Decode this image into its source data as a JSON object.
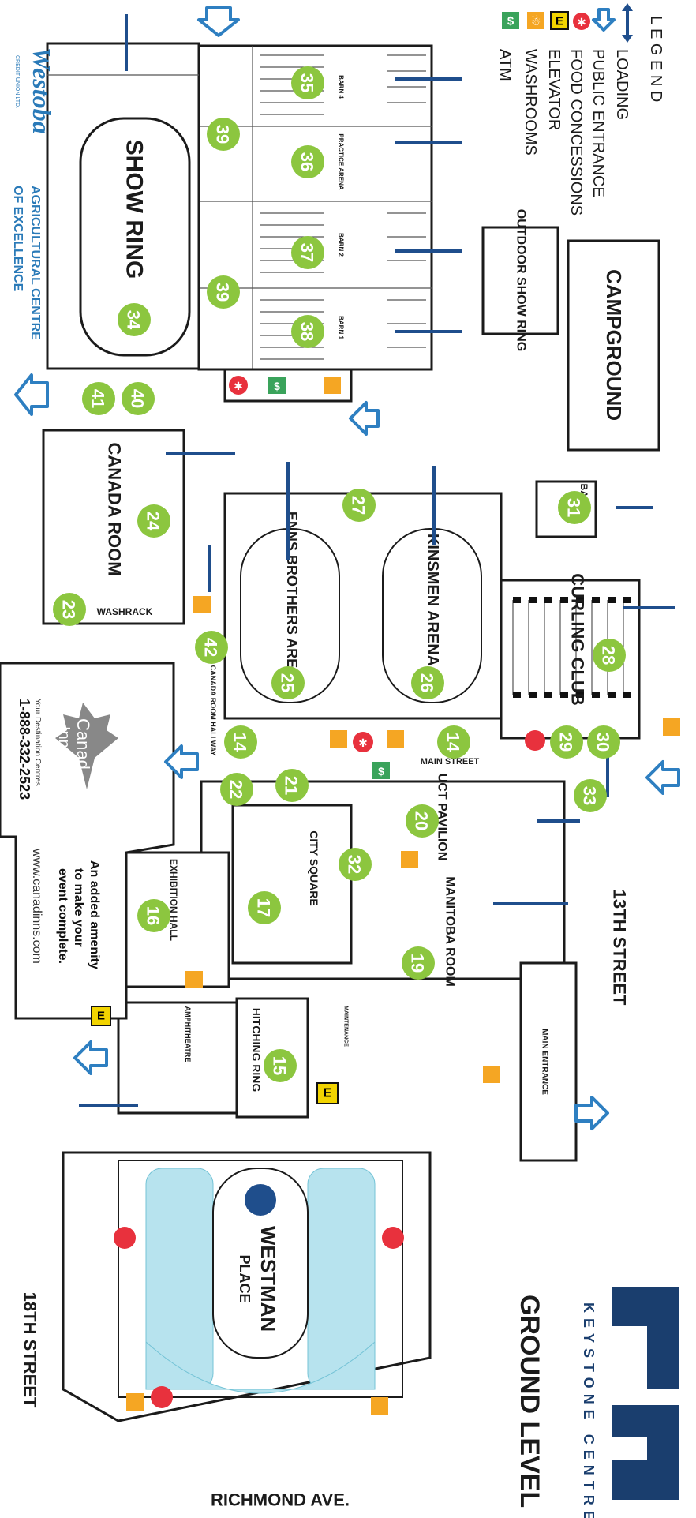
{
  "title": "GROUND LEVEL",
  "brand": {
    "name": "KEYSTONE CENTRE",
    "color": "#1a3e6e"
  },
  "legend": {
    "heading": "L E G E N D",
    "items": [
      {
        "icon": "loading-arrow-icon",
        "label": "LOADING"
      },
      {
        "icon": "public-entrance-icon",
        "label": "PUBLIC ENTRANCE"
      },
      {
        "icon": "food-concessions-icon",
        "label": "FOOD CONCESSIONS"
      },
      {
        "icon": "elevator-icon",
        "label": "ELEVATOR",
        "glyph": "E"
      },
      {
        "icon": "washrooms-icon",
        "label": "WASHROOMS"
      },
      {
        "icon": "atm-icon",
        "label": "ATM",
        "glyph": "$"
      }
    ]
  },
  "streets": {
    "thirteenth": "13TH STREET",
    "eighteenth": "18TH STREET",
    "richmond": "RICHMOND AVE.",
    "main_street": "MAIN STREET",
    "main_entrance": "MAIN ENTRANCE"
  },
  "areas": {
    "campground": "CAMPGROUND",
    "outdoor_show_ring": "OUTDOOR SHOW RING",
    "barn": "BARN",
    "show_ring": "SHOW RING",
    "canada_room": "CANADA ROOM",
    "washrack": "WASHRACK",
    "enns": "ENNS BROTHERS ARENA",
    "kinsmen": "KINSMEN ARENA",
    "curling": "CURLING CLUB",
    "uct": "UCT PAVILION",
    "city_square": "CITY SQUARE",
    "manitoba_room": "MANITOBA ROOM",
    "exhibition_hall": "EXHIBITION HALL",
    "amphitheatre": "AMPHITHEATRE",
    "hitching_ring": "HITCHING RING",
    "maintenance": "MAINTENANCE",
    "canada_room_hallway": "CANADA ROOM HALLWAY",
    "barn4": "BARN 4",
    "practice_arena": "PRACTICE ARENA",
    "barn2": "BARN 2",
    "barn1": "BARN 1",
    "westman_place": "WESTMAN",
    "westman_place_sub": "PLACE"
  },
  "sponsor": {
    "name": "Westoba",
    "sub": "CREDIT UNION LTD.",
    "centre": "AGRICULTURAL CENTRE",
    "centre2": "OF EXCELLENCE",
    "color": "#2a7ab8"
  },
  "ad": {
    "brand1": "Canad",
    "brand2": "Inns",
    "tagline": "Your Destination Centres",
    "phone": "1-888-332-2523",
    "web": "www.canadinns.com",
    "blurb1": "An added amenity",
    "blurb2": "to make your",
    "blurb3": "event complete."
  },
  "numbers": [
    "35",
    "36",
    "37",
    "38",
    "39",
    "39",
    "34",
    "40",
    "41",
    "24",
    "23",
    "31",
    "27",
    "28",
    "25",
    "26",
    "29",
    "30",
    "42",
    "14",
    "14",
    "33",
    "22",
    "21",
    "20",
    "32",
    "16",
    "17",
    "19",
    "15"
  ],
  "colors": {
    "green": "#8cc63f",
    "arrow": "#1f4e8c",
    "entrance": "#2e7fc1",
    "food": "#e8313d",
    "washroom": "#f5a623",
    "elevator": "#f2d400",
    "atm": "#3aa35b"
  }
}
